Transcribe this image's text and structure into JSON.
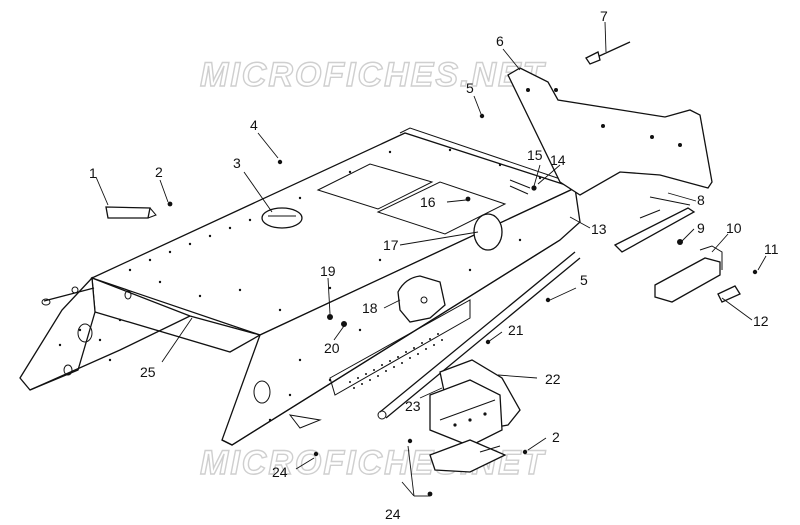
{
  "watermarks": [
    "MICROFICHES.NET",
    "MICROFICHES.NET"
  ],
  "callouts": {
    "c1": "1",
    "c2a": "2",
    "c2b": "2",
    "c3": "3",
    "c4": "4",
    "c5a": "5",
    "c5b": "5",
    "c6": "6",
    "c7": "7",
    "c8": "8",
    "c9": "9",
    "c10": "10",
    "c11": "11",
    "c12": "12",
    "c13": "13",
    "c14": "14",
    "c15": "15",
    "c16": "16",
    "c17": "17",
    "c18": "18",
    "c19": "19",
    "c20": "20",
    "c21": "21",
    "c22": "22",
    "c23": "23",
    "c24a": "24",
    "c24b": "24",
    "c25": "25"
  }
}
